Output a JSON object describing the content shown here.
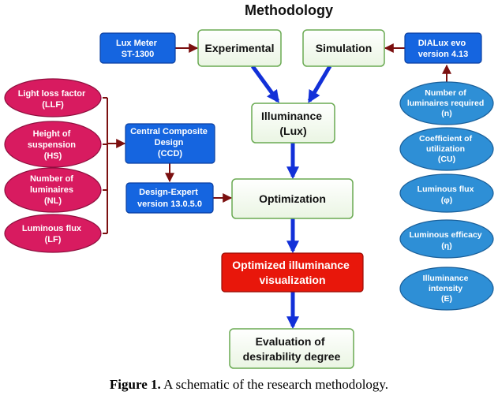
{
  "title": "Methodology",
  "nodes": {
    "lux_meter": {
      "lines": [
        "Lux Meter",
        "ST-1300"
      ]
    },
    "experimental": {
      "lines": [
        "Experimental"
      ]
    },
    "simulation": {
      "lines": [
        "Simulation"
      ]
    },
    "dialux": {
      "lines": [
        "DIALux evo",
        "version 4.13"
      ]
    },
    "illuminance": {
      "lines": [
        "Illuminance",
        "(Lux)"
      ]
    },
    "ccd": {
      "lines": [
        "Central Composite",
        "Design",
        "(CCD)"
      ]
    },
    "design_expert": {
      "lines": [
        "Design-Expert",
        "version 13.0.5.0"
      ]
    },
    "optimization": {
      "lines": [
        "Optimization"
      ]
    },
    "optimized_viz": {
      "lines": [
        "Optimized illuminance",
        "visualization"
      ]
    },
    "evaluation": {
      "lines": [
        "Evaluation of",
        "desirability degree"
      ]
    },
    "llf": {
      "lines": [
        "Light loss factor",
        "(LLF)"
      ]
    },
    "hs": {
      "lines": [
        "Height of",
        "suspension",
        "(HS)"
      ]
    },
    "nl": {
      "lines": [
        "Number of",
        "luminaires",
        "(NL)"
      ]
    },
    "lf": {
      "lines": [
        "Luminous flux",
        "(LF)"
      ]
    },
    "n": {
      "lines": [
        "Number of",
        "luminaires required",
        "(n)"
      ]
    },
    "cu": {
      "lines": [
        "Coefficient of",
        "utilization",
        "(CU)"
      ]
    },
    "phi": {
      "lines": [
        "Luminous flux",
        "(φ)"
      ]
    },
    "eta": {
      "lines": [
        "Luminous efficacy",
        "(η)"
      ]
    },
    "e": {
      "lines": [
        "Illuminance",
        "intensity",
        "(E)"
      ]
    }
  },
  "caption": {
    "label": "Figure 1.",
    "text": " A schematic of the research methodology."
  },
  "colors": {
    "blue_box": "#1565e0",
    "green_border": "#6aaa52",
    "red_box": "#e8170b",
    "magenta": "#d81b60",
    "light_blue": "#2e8fd6",
    "dark_red_arrow": "#7b1010",
    "blue_arrow": "#1230d8"
  }
}
